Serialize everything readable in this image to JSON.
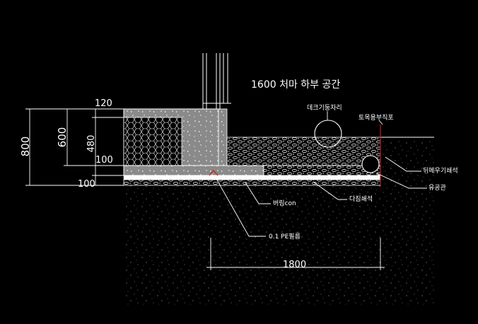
{
  "title": "1600 처마 하부 공간",
  "dims": {
    "d800": "800",
    "d600": "600",
    "d480": "480",
    "d120": "120",
    "d100a": "100",
    "d100b": "100",
    "d1800": "1800"
  },
  "labels": {
    "deck_post": "데크기둥자리",
    "geotextile": "토목용부직포",
    "backfill": "뒤메우기쇄석",
    "drain_pipe": "유공관",
    "lean_concrete": "버림con",
    "crushed_stone": "다짐쇄석",
    "pe_film": "0.1  PE필름"
  },
  "colors": {
    "background": "#000000",
    "lines": "#ffffff",
    "concrete_fill": "#8a8a8a",
    "accent_red": "#d01818",
    "accent_magenta": "#d0208a"
  }
}
